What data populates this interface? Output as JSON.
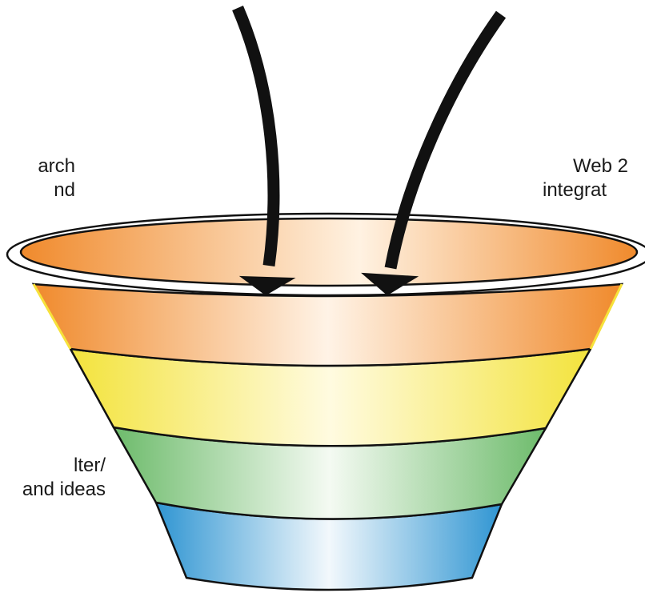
{
  "labels": {
    "left_top": [
      "arch",
      "nd"
    ],
    "right_top": [
      "Web 2",
      "integrat"
    ],
    "left_bottom": [
      "lter/",
      "and ideas"
    ]
  },
  "funnel": {
    "layers": [
      {
        "name": "top-band",
        "color": "#f08a2c"
      },
      {
        "name": "second-band",
        "color": "#f5e84a"
      },
      {
        "name": "third-band",
        "color": "#7cc37a"
      },
      {
        "name": "bottom-band",
        "color": "#3a9dd6"
      }
    ],
    "rim_color": "#f3a35a",
    "arrow_color": "#111111"
  }
}
